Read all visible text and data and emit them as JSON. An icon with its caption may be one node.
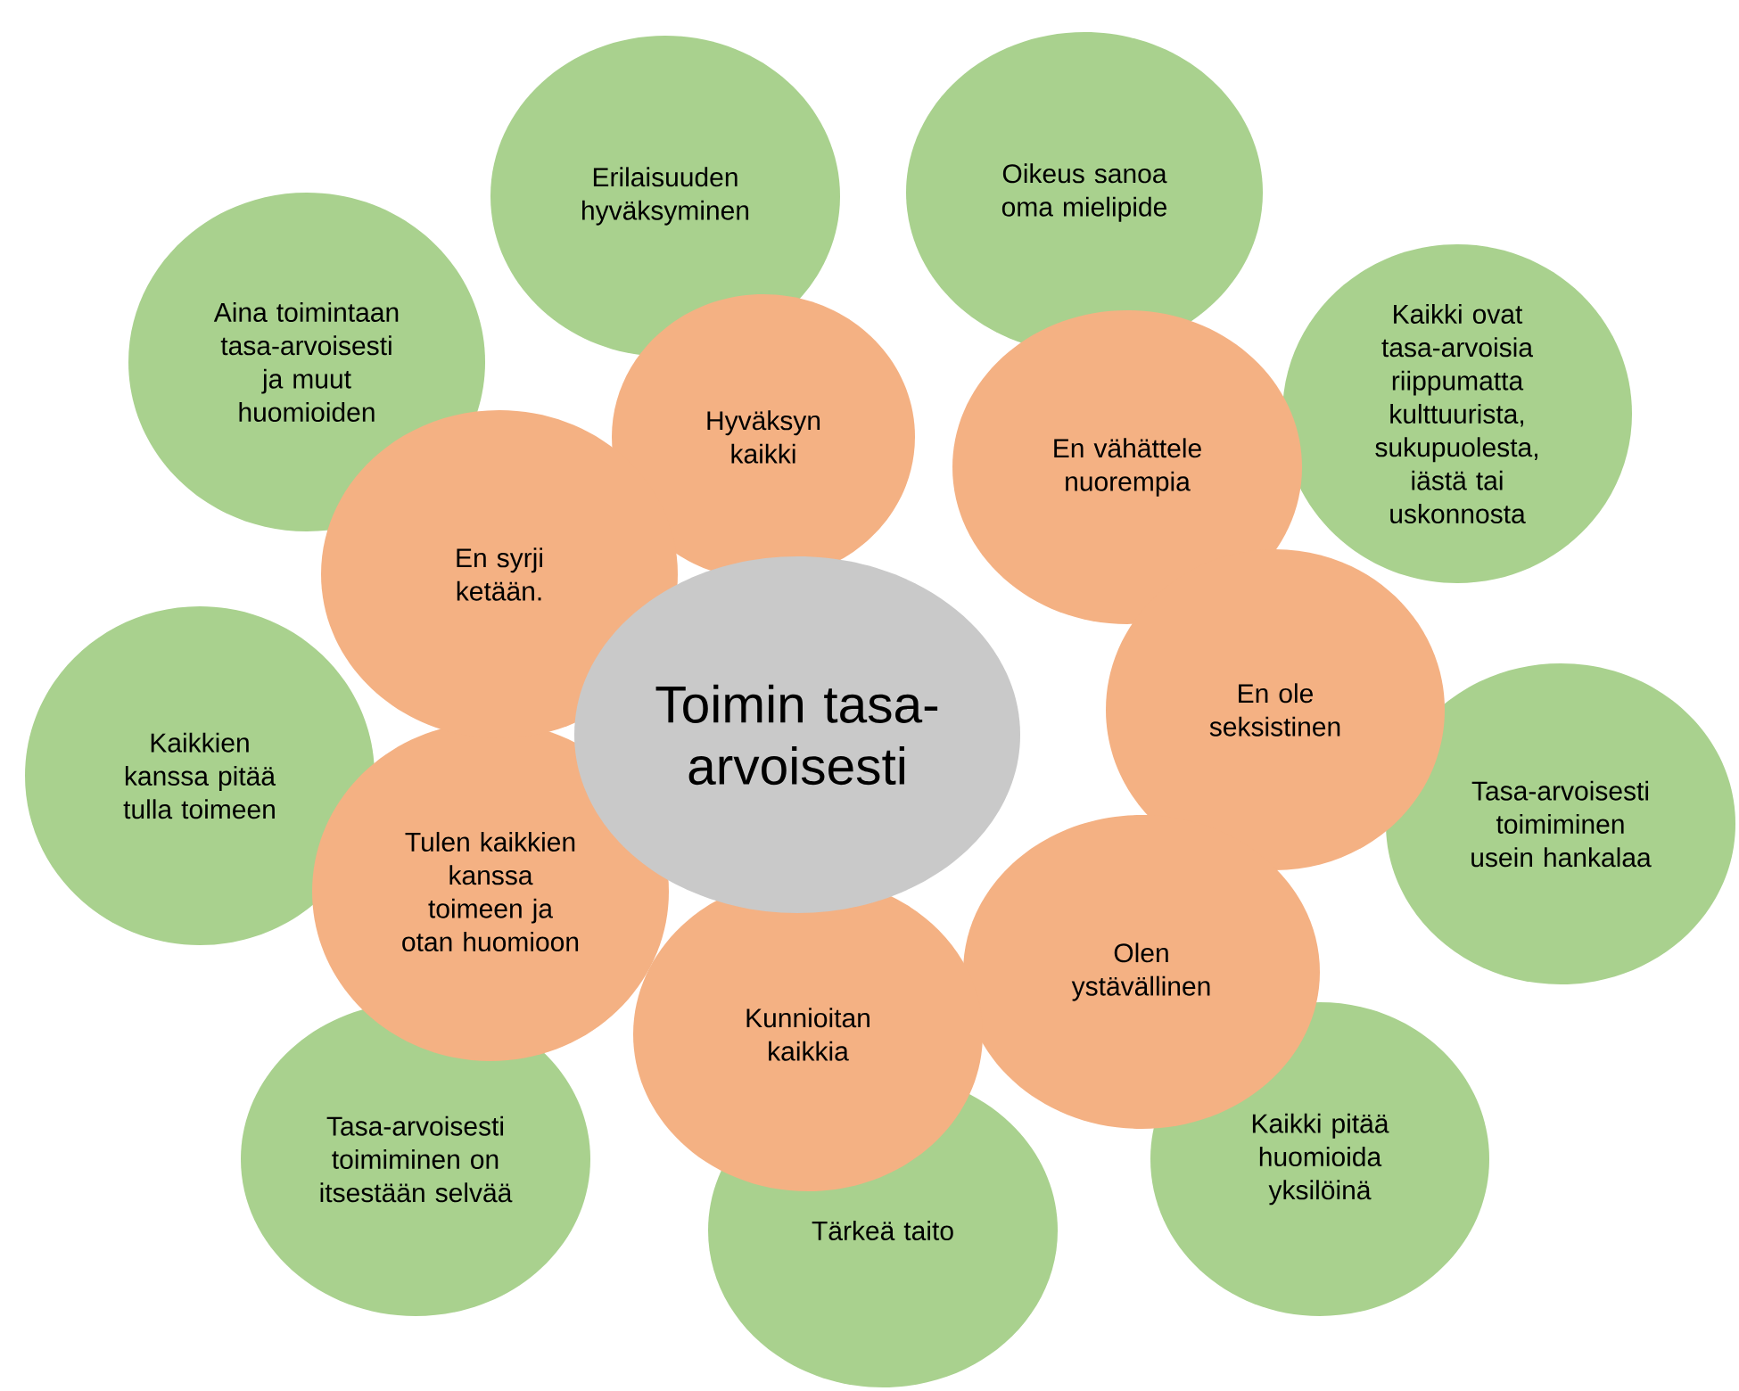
{
  "diagram": {
    "nodes": [
      {
        "text": [
          "Toimin tasa-arvoisesti"
        ]
      },
      {
        "text": [
          "Hyväksyn kaikki"
        ]
      },
      {
        "text": [
          "En vähättele nuorempia"
        ]
      },
      {
        "text": [
          "En ole seksistinen"
        ]
      },
      {
        "text": [
          "Olen ystävällinen"
        ]
      },
      {
        "text": [
          "Kunnioitan kaikkia"
        ]
      },
      {
        "text": [
          "Tulen kaikkien kanssa toimeen ja otan huomioon"
        ]
      },
      {
        "text": [
          "En syrji ketään."
        ]
      },
      {
        "text": [
          "Erilaisuuden hyväksyminen"
        ]
      },
      {
        "text": [
          "Oikeus sanoa oma mielipide"
        ]
      },
      {
        "text": [
          "Kaikki ovat tasa-arvoisia riippumatta kulttuurista, sukupuolesta, iästä tai uskonnosta"
        ]
      },
      {
        "text": [
          "Tasa-arvoisesti toimiminen usein hankalaa"
        ]
      },
      {
        "text": [
          "Kaikki pitää huomioida yksilöinä"
        ]
      },
      {
        "text": [
          "Tärkeä taito"
        ]
      },
      {
        "text": [
          "Tasa-arvoisesti toimiminen on itsestään selvää"
        ]
      },
      {
        "text": [
          "Kaikkien kanssa pitää tulla toimeen"
        ]
      },
      {
        "text": [
          "Aina toimintaan tasa-arvoisesti ja muut huomioiden"
        ]
      }
    ]
  }
}
